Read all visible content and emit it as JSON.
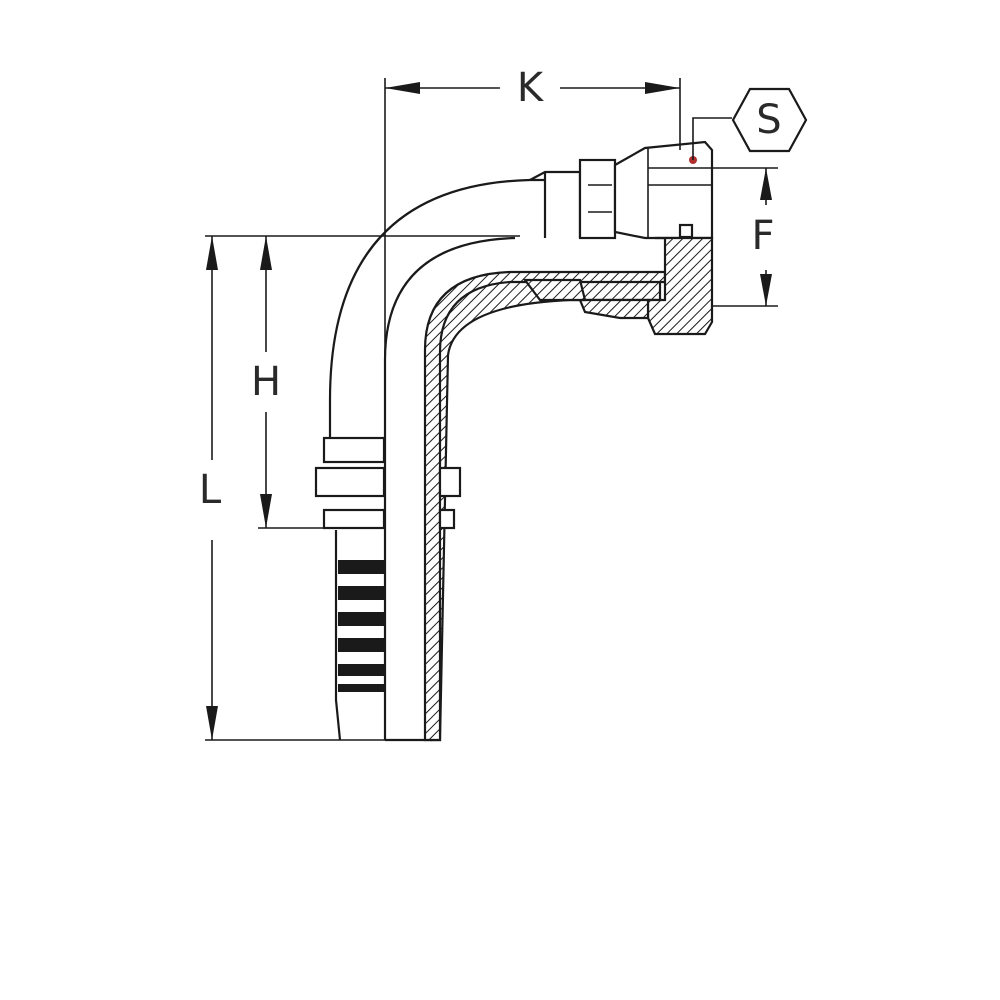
{
  "dimensions": {
    "k": "K",
    "s": "S",
    "f": "F",
    "h": "H",
    "l": "L"
  },
  "colors": {
    "line": "#1a1a1a",
    "marker": "#b03030"
  }
}
